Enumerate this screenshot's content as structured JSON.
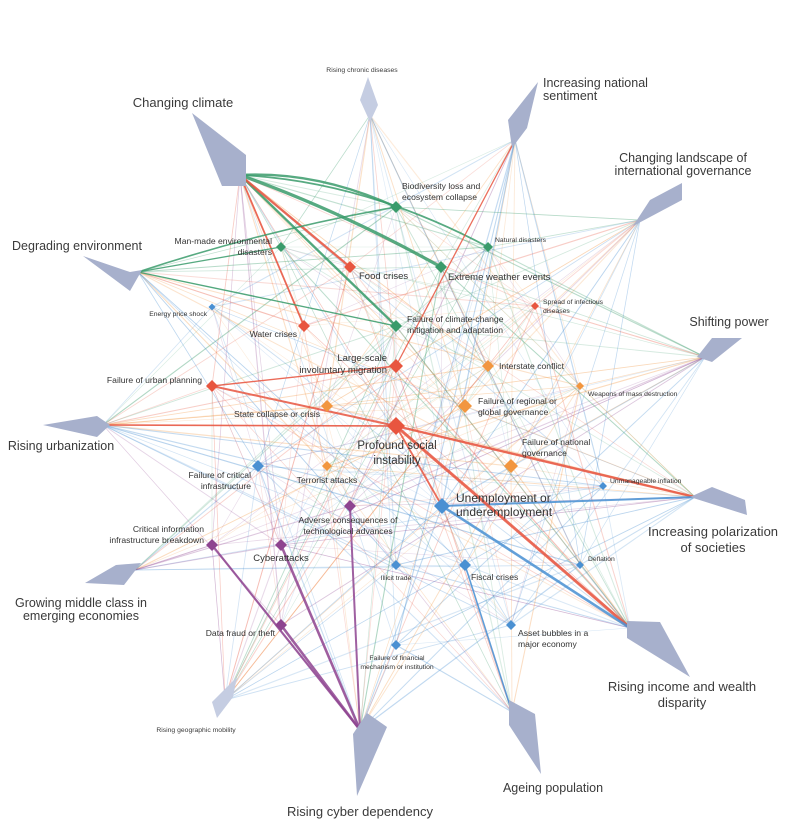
{
  "drivers": [
    {
      "id": "changing-climate",
      "lines": [
        "Changing climate"
      ]
    },
    {
      "id": "rising-chronic-diseases",
      "lines": [
        "Rising chronic diseases"
      ]
    },
    {
      "id": "increasing-national-sentiment",
      "lines": [
        "Increasing national",
        "sentiment"
      ]
    },
    {
      "id": "changing-landscape",
      "lines": [
        "Changing landscape of",
        "international governance"
      ]
    },
    {
      "id": "shifting-power",
      "lines": [
        "Shifting power"
      ]
    },
    {
      "id": "increasing-polarization",
      "lines": [
        "Increasing polarization",
        "of societies"
      ]
    },
    {
      "id": "rising-income-disparity",
      "lines": [
        "Rising income and wealth",
        "disparity"
      ]
    },
    {
      "id": "ageing-population",
      "lines": [
        "Ageing population"
      ]
    },
    {
      "id": "rising-cyber-dependency",
      "lines": [
        "Rising cyber dependency"
      ]
    },
    {
      "id": "rising-geographic-mobility",
      "lines": [
        "Rising geographic mobility"
      ]
    },
    {
      "id": "growing-middle-class",
      "lines": [
        "Growing middle class in",
        "emerging economies"
      ]
    },
    {
      "id": "rising-urbanization",
      "lines": [
        "Rising urbanization"
      ]
    },
    {
      "id": "degrading-environment",
      "lines": [
        "Degrading environment"
      ]
    }
  ],
  "risks": [
    {
      "id": "biodiversity-loss",
      "lines": [
        "Biodiversity loss and",
        "ecosystem collapse"
      ]
    },
    {
      "id": "man-made-disasters",
      "lines": [
        "Man-made environmental",
        "disasters"
      ]
    },
    {
      "id": "natural-disasters",
      "lines": [
        "Natural disasters"
      ]
    },
    {
      "id": "food-crises",
      "lines": [
        "Food crises"
      ]
    },
    {
      "id": "extreme-weather",
      "lines": [
        "Extreme weather events"
      ]
    },
    {
      "id": "infectious-diseases",
      "lines": [
        "Spread of infectious",
        "diseases"
      ]
    },
    {
      "id": "energy-price-shock",
      "lines": [
        "Energy price shock"
      ]
    },
    {
      "id": "water-crises",
      "lines": [
        "Water crises"
      ]
    },
    {
      "id": "climate-change-failure",
      "lines": [
        "Failure of climate-change",
        "mitigation and adaptation"
      ]
    },
    {
      "id": "involuntary-migration",
      "lines": [
        "Large-scale",
        "involuntary migration"
      ]
    },
    {
      "id": "interstate-conflict",
      "lines": [
        "Interstate conflict"
      ]
    },
    {
      "id": "urban-planning",
      "lines": [
        "Failure of urban planning"
      ]
    },
    {
      "id": "mass-destruction",
      "lines": [
        "Weapons of mass destruction"
      ]
    },
    {
      "id": "regional-governance",
      "lines": [
        "Failure of regional or",
        "global governance"
      ]
    },
    {
      "id": "state-collapse",
      "lines": [
        "State collapse or crisis"
      ]
    },
    {
      "id": "social-instability",
      "lines": [
        "Profound social",
        "instability"
      ]
    },
    {
      "id": "national-governance",
      "lines": [
        "Failure of national",
        "governance"
      ]
    },
    {
      "id": "critical-infrastructure",
      "lines": [
        "Failure of critical",
        "infrastructure"
      ]
    },
    {
      "id": "terrorist-attacks",
      "lines": [
        "Terrorist attacks"
      ]
    },
    {
      "id": "unmanageable-inflation",
      "lines": [
        "Unmanageable inflation"
      ]
    },
    {
      "id": "unemployment",
      "lines": [
        "Unemployment or",
        "underemployment"
      ]
    },
    {
      "id": "technological-advances",
      "lines": [
        "Adverse consequences of",
        "technological advances"
      ]
    },
    {
      "id": "information-infrastructure",
      "lines": [
        "Critical information",
        "infrastructure breakdown"
      ]
    },
    {
      "id": "cyberattacks",
      "lines": [
        "Cyberattacks"
      ]
    },
    {
      "id": "illicit-trade",
      "lines": [
        "Illicit trade"
      ]
    },
    {
      "id": "fiscal-crises",
      "lines": [
        "Fiscal crises"
      ]
    },
    {
      "id": "deflation",
      "lines": [
        "Deflation"
      ]
    },
    {
      "id": "asset-bubbles",
      "lines": [
        "Asset bubbles in a",
        "major economy"
      ]
    },
    {
      "id": "data-fraud",
      "lines": [
        "Data fraud or theft"
      ]
    },
    {
      "id": "financial-mechanism",
      "lines": [
        "Failure of financial",
        "mechanism or institution"
      ]
    }
  ],
  "colors": {
    "driver": "#a7b0cc",
    "driver_light": "#c5cde2",
    "environmental": "#3a9b6b",
    "societal": "#e8553f",
    "geopolitical": "#f2963f",
    "technological": "#8e4490",
    "economic": "#4a90d2"
  }
}
